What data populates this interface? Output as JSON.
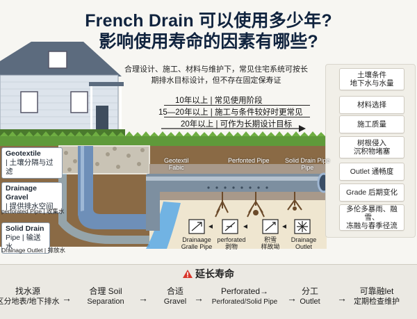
{
  "title": {
    "line1": "French Drain 可以使用多少年?",
    "line2": "影响使用寿命的因素有哪些?"
  },
  "intro": {
    "line1": "合理设计、施工、材料与维护下，常见住宅系统可按长",
    "line2": "期排水目标设计，但不存在固定保寿证"
  },
  "timeline": [
    "10年以上 | 常见使用阶段",
    "15—20年以上 | 施工与条件较好时更常见",
    "20年以上 | 可作为长期设计目标"
  ],
  "factors": [
    {
      "l1": "土壤条件",
      "l2": "地下水与水量"
    },
    {
      "l1": "材料选择",
      "l2": ""
    },
    {
      "l1": "施工质量",
      "l2": ""
    },
    {
      "l1": "树根侵入",
      "l2": "沉积物堵塞"
    },
    {
      "l1": "Outlet 通畅度",
      "l2": ""
    },
    {
      "l1": "Grade 后期变化",
      "l2": ""
    },
    {
      "l1": "多伦多暴雨、融雪、",
      "l2": "冻融与春季径流"
    }
  ],
  "callouts": {
    "geotextile": {
      "l1": "Geotextile",
      "l2": "| 土壤分隔与过滤"
    },
    "gravel": {
      "l1": "Drainage Gravel",
      "l2": "| 提供排水空间"
    },
    "perforated": "perforated Pipe | 收集水",
    "solid": {
      "l1": "Solid Drain",
      "l2": "Pipe | 输送水"
    },
    "outlet": "Drainage Outlet | 排放水"
  },
  "scene_labels": {
    "geotextil": "Geotextil",
    "fabic": "Fabic",
    "perfonted": "Perfonted Pipe",
    "solid1": "Solid Drain Pipe",
    "solid2": "Pipe"
  },
  "bottom_labels": [
    {
      "l1": "Drainaage",
      "l2": "Gralle Pipe"
    },
    {
      "l1": "perforated",
      "l2": "剥物"
    },
    {
      "l1": "积雪",
      "l2": "样故坳"
    },
    {
      "l1": "Drainage",
      "l2": "Outlet"
    }
  ],
  "footer": {
    "warning_icon": "warning-icon",
    "heading": "延长寿命",
    "steps": [
      {
        "l1": "找水源",
        "l2": "区分地表/地下排水"
      },
      {
        "l1": "合理 Soil",
        "l2": "Separation"
      },
      {
        "l1": "合适",
        "l2": "Gravel"
      },
      {
        "l1": "Perforated→",
        "l2": "Perforated/Solid Pipe"
      },
      {
        "l1": "分工",
        "l2": "Outlet"
      },
      {
        "l1": "可靠融let",
        "l2": "定期检查维护"
      }
    ],
    "arrow": "→"
  },
  "colors": {
    "title": "#10233e",
    "pipe": "#6e8fb8",
    "grass": "#5f9a3a",
    "soil": "#8a6a45",
    "water": "#5aa9e6",
    "warning": "#d8352a"
  }
}
